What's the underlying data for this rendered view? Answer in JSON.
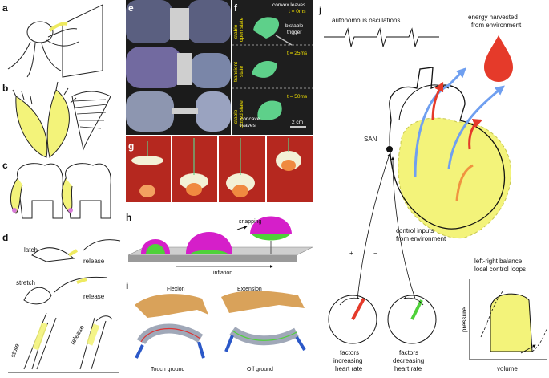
{
  "panels": {
    "a": {
      "label": "a"
    },
    "b": {
      "label": "b"
    },
    "c": {
      "label": "c"
    },
    "d": {
      "label": "d",
      "latch": "latch",
      "release1": "release",
      "stretch": "stretch",
      "release2": "release",
      "store": "store",
      "release3": "release"
    },
    "e": {
      "label": "e"
    },
    "f": {
      "label": "f",
      "convex": "convex leaves",
      "bistable": "bistable",
      "trigger": "trigger",
      "concave": "concave",
      "leaves": "leaves",
      "stable_open": "stable",
      "open_state": "open state",
      "transient": "transient",
      "state": "state",
      "stable_closed": "stable",
      "closed_state": "closed state",
      "t0": "t = 0ms",
      "t25": "t = 25ms",
      "t50": "t = 50ms",
      "scale": "2 cm"
    },
    "g": {
      "label": "g"
    },
    "h": {
      "label": "h",
      "snapping": "snapping",
      "inflation": "inflation"
    },
    "i": {
      "label": "i",
      "flexion": "Flexion",
      "extension": "Extension",
      "touch": "Touch ground",
      "off": "Off ground"
    },
    "j": {
      "label": "j",
      "autonomous": "autonomous oscillations",
      "energy1": "energy harvested",
      "energy2": "from environment",
      "san": "SAN",
      "control1": "control inputs",
      "control2": "from environment",
      "plus": "+",
      "minus": "−",
      "inc1": "factors",
      "inc2": "increasing",
      "inc3": "heart rate",
      "dec1": "factors",
      "dec2": "decreasing",
      "dec3": "heart rate",
      "lr1": "left-right balance",
      "lr2": "local control loops",
      "pressure": "pressure",
      "volume": "volume"
    }
  },
  "colors": {
    "yellow": "#f3f37a",
    "magenta": "#d51fc9",
    "green": "#4fd13a",
    "red": "#e53a2a",
    "blue": "#6f9ff0",
    "orange": "#f09340"
  }
}
